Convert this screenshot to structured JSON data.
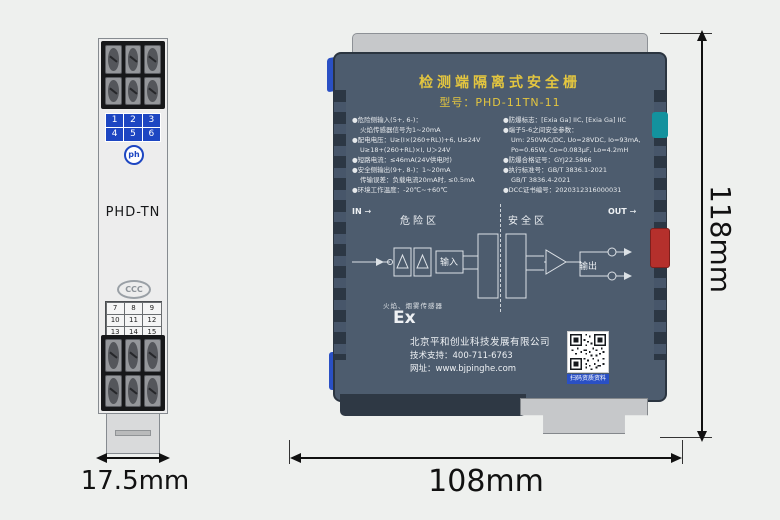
{
  "colors": {
    "housing_body": "#4d5c6e",
    "accent_yellow": "#e4c63f",
    "terminal_blue": "#1d46c2",
    "clip_red": "#b5302c",
    "clip_teal": "#13929e"
  },
  "front": {
    "model": "PHD-TN",
    "logo_text": "ph",
    "ccc": "CCC",
    "top_terminals": [
      "1",
      "2",
      "3",
      "4",
      "5",
      "6"
    ],
    "bottom_terminals": [
      "7",
      "8",
      "9",
      "10",
      "11",
      "12",
      "13",
      "14",
      "15"
    ]
  },
  "side": {
    "title": "检测端隔离式安全栅",
    "model_line": "型号：PHD-11TN-11",
    "specs_left": [
      "●危险侧输入(5+, 6-)：",
      "火焰传感器信号为1~20mA",
      "●配电电压：U≥(I×(260+RL))+6, U≤24V",
      "U≥18+(260+RL)×I, U＞24V",
      "●短路电流：≤46mA(24V供电时)",
      "●安全侧输出(9+, 8-)：1~20mA",
      "传输误差：负载电流20mA时, ≤0.5mA",
      "●环境工作温度：-20℃~+60℃"
    ],
    "specs_right": [
      "●防爆标志：[Exia Ga] IIC, [Exia Ga] IIC",
      "●端子5-6之间安全参数：",
      "Um: 250VAC/DC, Uo=28VDC, Io=93mA,",
      "Po=0.65W, Co=0.083μF, Lo=4.2mH",
      "●防爆合格证号：GYJ22.5866",
      "●执行标准号：GB/T 3836.1-2021",
      "GB/T 3836.4-2021",
      "●DCC证书编号：2020312316000031"
    ],
    "zone_danger": "危险区",
    "zone_safe": "安全区",
    "in_label": "IN",
    "out_label": "OUT",
    "in_arrow": "→",
    "out_arrow": "→",
    "input_label": "输入",
    "output_label": "输出",
    "sensor_label": "火焰、烟雾传感器",
    "ex_mark": "Ex",
    "company": "北京平和创业科技发展有限公司",
    "support": "技术支持：400-711-6763",
    "website": "网址：www.bjpinghe.com",
    "qr_caption": "扫码资质资料"
  },
  "dimensions": {
    "front_width": "17.5mm",
    "side_width": "108mm",
    "side_height": "118mm"
  }
}
